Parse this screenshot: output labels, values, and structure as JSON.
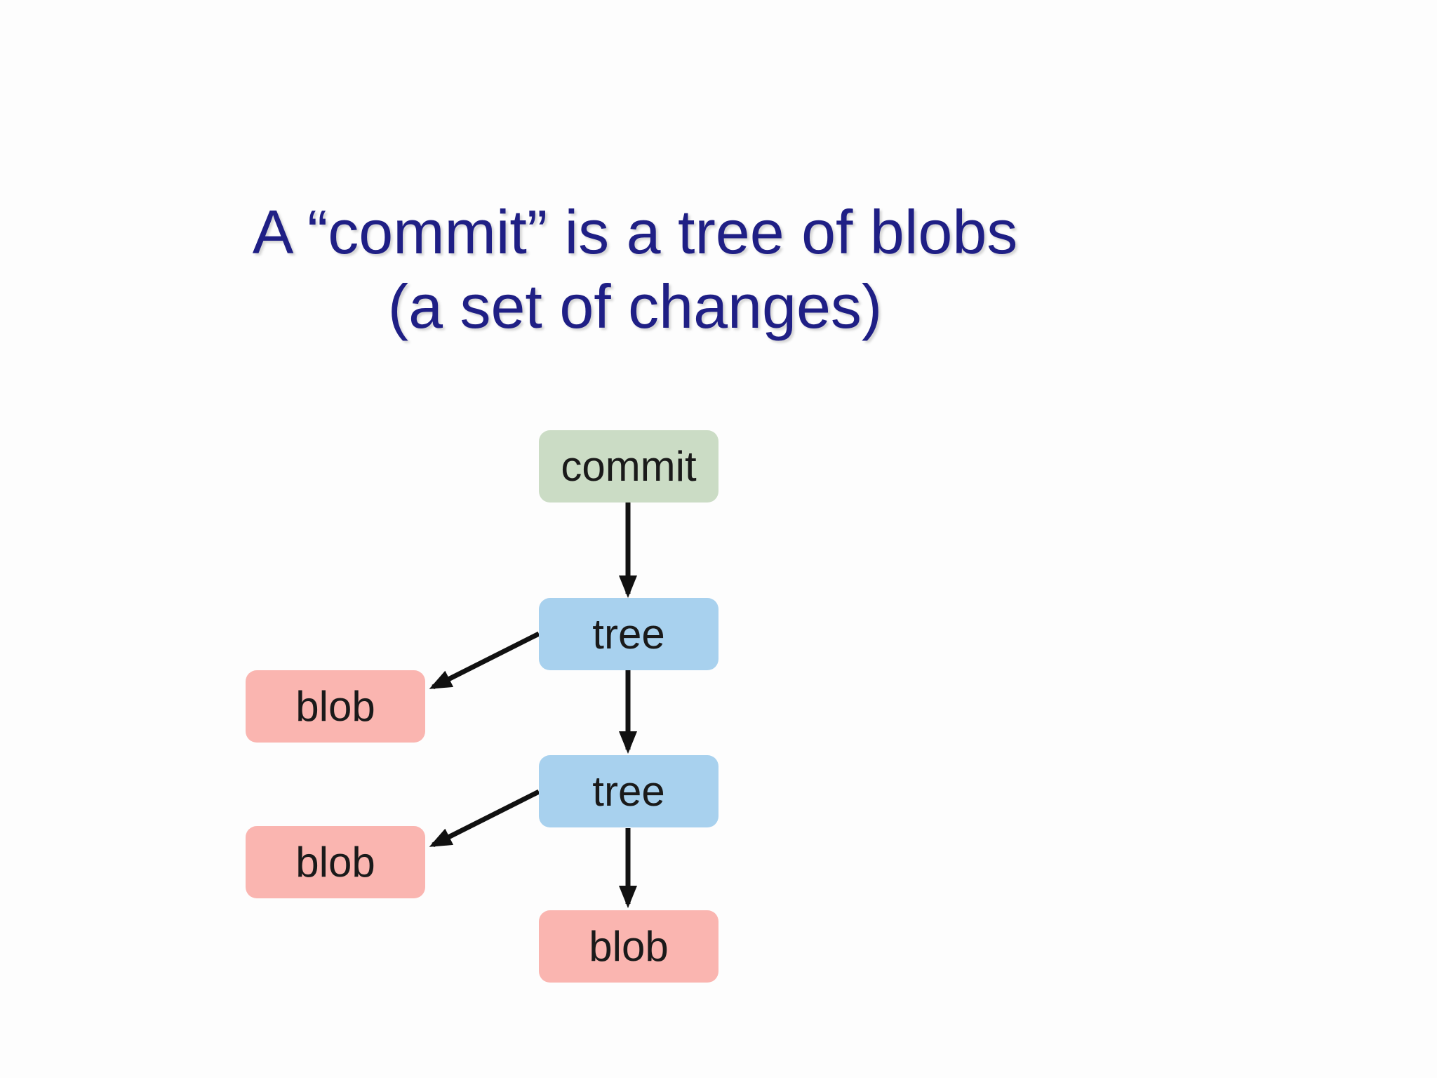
{
  "title": {
    "line1": "A “commit” is a tree of blobs",
    "line2": "(a set of changes)"
  },
  "colors": {
    "background": "#fdfdfd",
    "title-text": "#1f1f85",
    "node-text": "#1a1a1a",
    "commit-fill": "#cbdcc5",
    "tree-fill": "#a8d1ee",
    "blob-fill": "#fab5b0",
    "arrow": "#111111"
  },
  "diagram": {
    "nodes": [
      {
        "id": "commit",
        "label": "commit",
        "type": "commit"
      },
      {
        "id": "tree-1",
        "label": "tree",
        "type": "tree"
      },
      {
        "id": "blob-1",
        "label": "blob",
        "type": "blob"
      },
      {
        "id": "tree-2",
        "label": "tree",
        "type": "tree"
      },
      {
        "id": "blob-2",
        "label": "blob",
        "type": "blob"
      },
      {
        "id": "blob-3",
        "label": "blob",
        "type": "blob"
      }
    ],
    "edges": [
      {
        "from": "commit",
        "to": "tree-1"
      },
      {
        "from": "tree-1",
        "to": "blob-1"
      },
      {
        "from": "tree-1",
        "to": "tree-2"
      },
      {
        "from": "tree-2",
        "to": "blob-2"
      },
      {
        "from": "tree-2",
        "to": "blob-3"
      }
    ]
  }
}
